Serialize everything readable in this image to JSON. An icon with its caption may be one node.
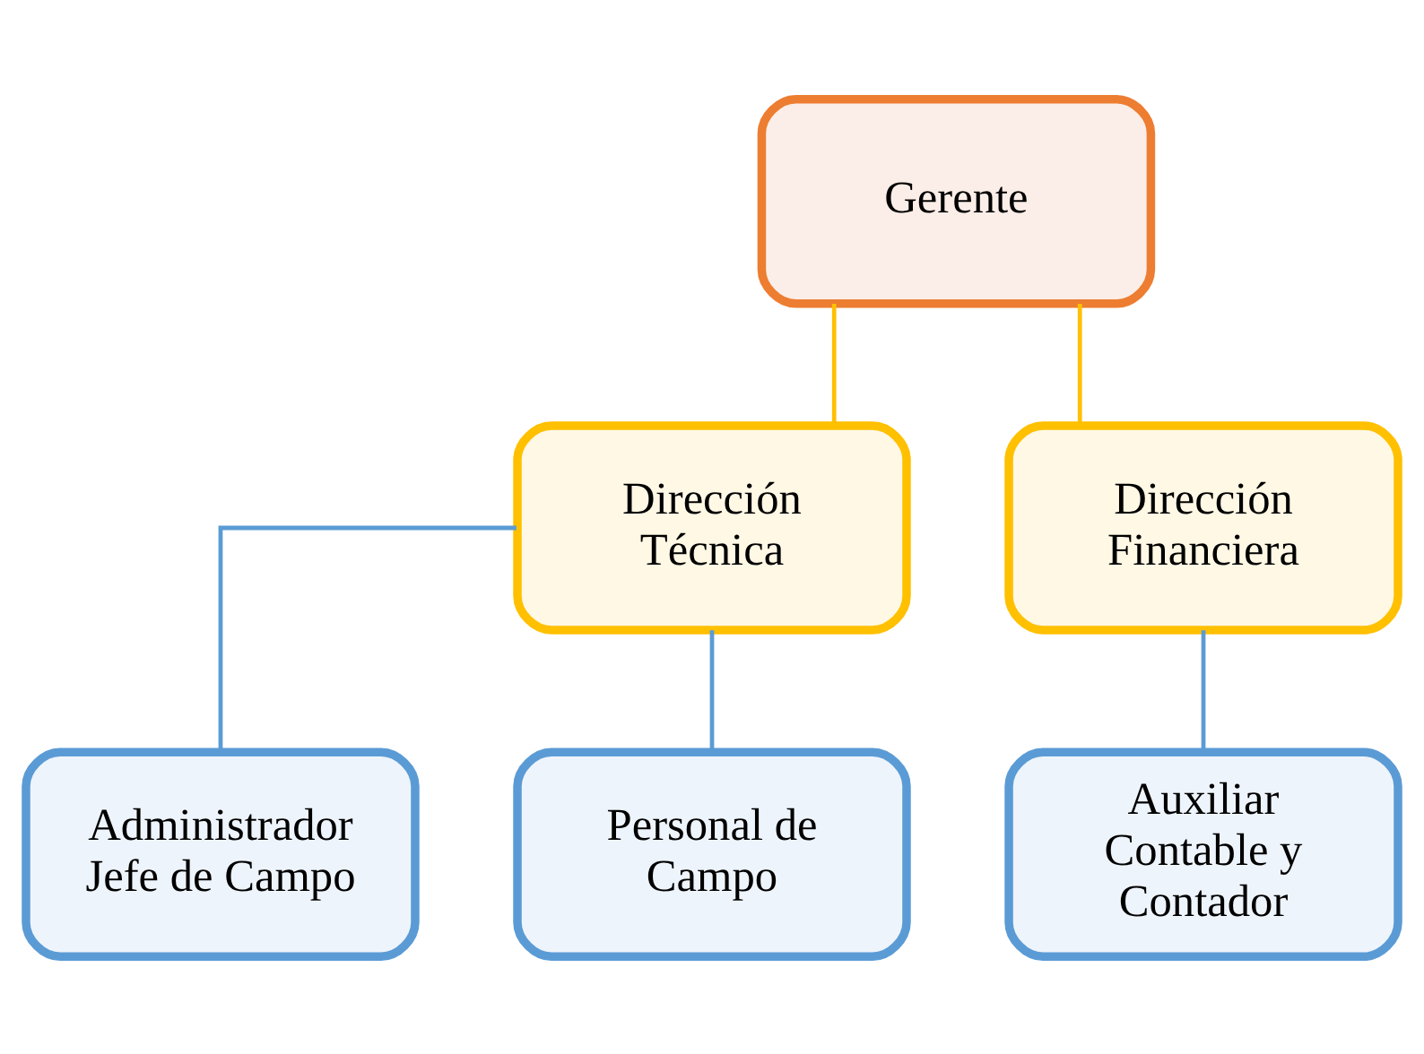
{
  "diagram": {
    "nodes": [
      {
        "text": [
          "Gerente"
        ]
      },
      {
        "text": [
          "Dirección Técnica"
        ]
      },
      {
        "text": [
          "Dirección Financiera"
        ]
      },
      {
        "text": [
          "Administrador Jefe de Campo"
        ]
      },
      {
        "text": [
          "Personal de Campo"
        ]
      },
      {
        "text": [
          "Auxiliar Contable y Contador"
        ]
      }
    ],
    "edges": [
      {
        "from": 0,
        "to": 1,
        "arrow": "none",
        "color": "#ffc000"
      },
      {
        "from": 0,
        "to": 2,
        "arrow": "none",
        "color": "#ffc000"
      },
      {
        "from": 1,
        "to": 3,
        "arrow": "none"
      },
      {
        "from": 1,
        "to": 4,
        "arrow": "none"
      },
      {
        "from": 2,
        "to": 5,
        "arrow": "none"
      }
    ]
  }
}
